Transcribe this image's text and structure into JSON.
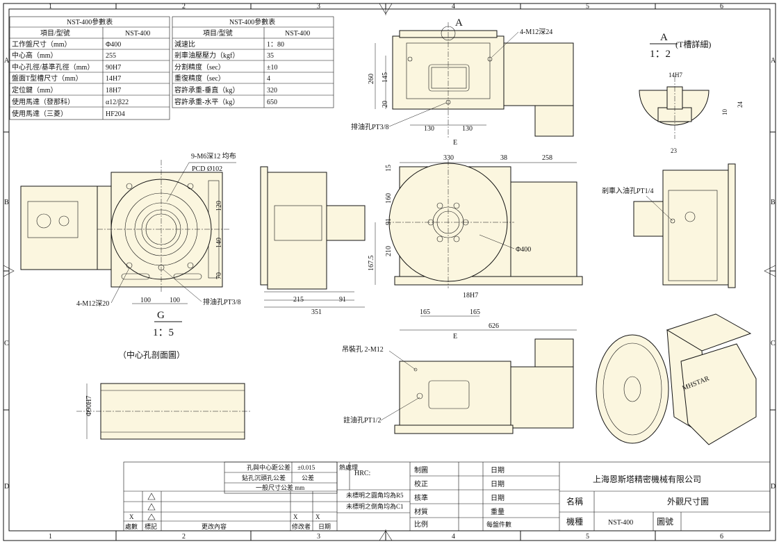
{
  "frame": {
    "col_labels": [
      "1",
      "2",
      "3",
      "4",
      "5",
      "6"
    ],
    "row_labels": [
      "A",
      "B",
      "C",
      "D"
    ]
  },
  "param_table_left": {
    "title": "NST-400參數表",
    "header": [
      "項目/型號",
      "NST-400"
    ],
    "rows": [
      [
        "工作盤尺寸（mm）",
        "Φ400"
      ],
      [
        "中心高（mm）",
        "255"
      ],
      [
        "中心孔徑/基準孔徑（mm）",
        "90H7"
      ],
      [
        "盤面T型槽尺寸（mm）",
        "14H7"
      ],
      [
        "定位鍵（mm）",
        "18H7"
      ],
      [
        "使用馬達（發那科）",
        "α12/β22"
      ],
      [
        "使用馬達（三菱）",
        "HF204"
      ]
    ]
  },
  "param_table_right": {
    "title": "NST-400參數表",
    "header": [
      "項目/型號",
      "NST-400"
    ],
    "rows": [
      [
        "減速比",
        "1：80"
      ],
      [
        "剎車油壓壓力（kgf）",
        "35"
      ],
      [
        "分割精度（sec）",
        "±10"
      ],
      [
        "重復精度（sec）",
        "4"
      ],
      [
        "容許承重-垂直（kg）",
        "320"
      ],
      [
        "容許承重-水平（kg）",
        "650"
      ]
    ]
  },
  "top_view": {
    "section_mark": "A",
    "callout_holes": "4-M12深24",
    "callout_drain": "排油孔PT3/8",
    "dim_260": "260",
    "dim_145": "145",
    "dim_20": "20",
    "dim_130a": "130",
    "dim_130b": "130",
    "mark_e": "E"
  },
  "detail_a": {
    "label_letter": "A",
    "label_scale": "1：2",
    "label_note": "(T槽詳細)",
    "dim_14h7": "14H7",
    "dim_10": "10",
    "dim_24": "24",
    "dim_23": "23"
  },
  "side_view_g": {
    "callout_holes": "9-M6深12 均布",
    "pcd": "PCD Ø102",
    "dim_120": "120",
    "dim_140": "140",
    "dim_70": "70",
    "dim_100a": "100",
    "dim_100b": "100",
    "callout_m12": "4-M12深20",
    "callout_drain": "排油孔PT3/8",
    "label_letter": "G",
    "label_scale": "1：5"
  },
  "center_section_label": "（中心孔剖面圖）",
  "left_body_view": {
    "dim_215": "215",
    "dim_91a": "91",
    "dim_351": "351"
  },
  "front_view": {
    "dim_330": "330",
    "dim_38": "38",
    "dim_258": "258",
    "dim_15": "15",
    "dim_160": "160",
    "dim_91": "91",
    "dim_210": "210",
    "dim_167_5": "167.5",
    "dia_400": "Φ400",
    "dim_18h7": "18H7",
    "dim_165a": "165",
    "dim_165b": "165",
    "dim_626": "626",
    "mark_e": "E"
  },
  "right_view": {
    "callout_brake": "剎車入油孔PT1/4"
  },
  "bottom_view": {
    "callout_lift": "吊裝孔 2-M12",
    "callout_oil": "註油孔PT1/2"
  },
  "center_hole_section": {
    "dia_90h7": "Φ90H7"
  },
  "iso_view": {
    "brand": "MHSTAR"
  },
  "title_block": {
    "tol_row1_label": "孔與中心距公差",
    "tol_row1_value": "±0.015",
    "tol_row2_label": "鉆孔沉頭孔公差",
    "tol_row2_value": "公差",
    "tol_row3_label": "一般尺寸公差 mm",
    "heat_label": "熱處理",
    "hrc_label": "HRC:",
    "note1": "未標明之圓角均為R5",
    "note2": "未標明之倒角均為C1",
    "rev_mark_label": "標記",
    "rev_count_label": "處數",
    "rev_content_label": "更改內容",
    "rev_author_label": "修改者",
    "rev_date_label": "日期",
    "x1": "X",
    "x2": "X",
    "x3": "X",
    "roles": [
      "制圖",
      "校正",
      "核準",
      "材質",
      "比例"
    ],
    "role_right": [
      "日期",
      "日期",
      "日期",
      "重量",
      "每盤件數"
    ],
    "company": "上海恩斯塔精密機械有限公司",
    "name_label": "名稱",
    "name_value": "外觀尺寸圖",
    "model_label": "機種",
    "model_value": "NST-400",
    "drawing_no_label": "圖號",
    "drawing_no_value": ""
  }
}
